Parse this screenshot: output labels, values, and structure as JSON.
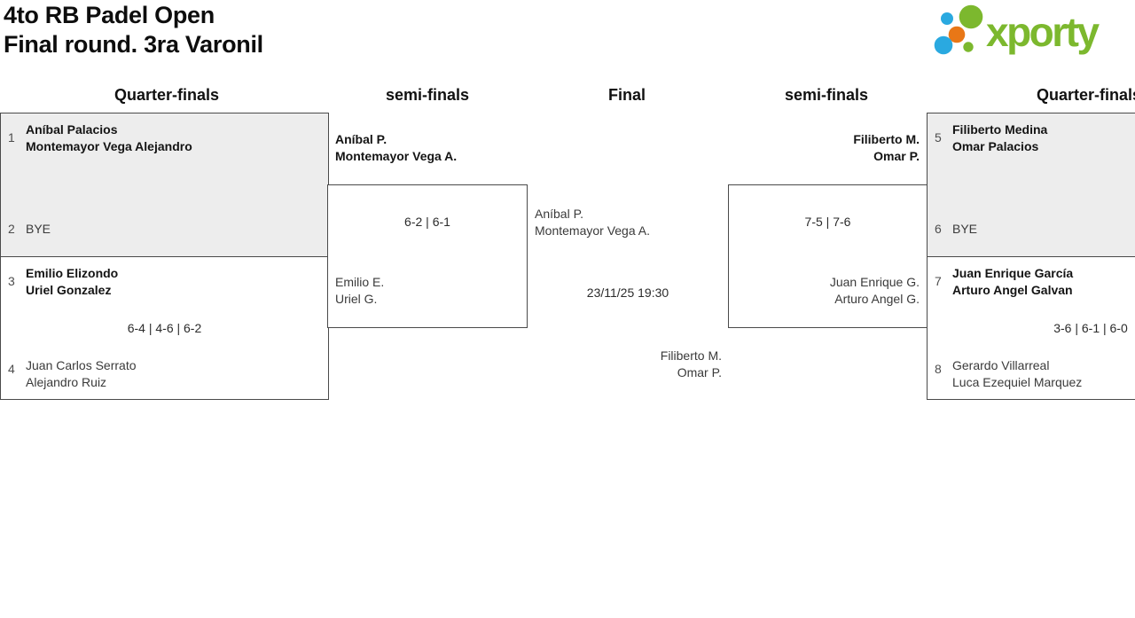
{
  "title": {
    "line1": "4to RB Padel Open",
    "line2": "Final round. 3ra Varonil"
  },
  "logo": {
    "text": "xporty",
    "colors": {
      "green": "#7cb82e",
      "blue": "#2aa9e0",
      "orange": "#e87717"
    }
  },
  "rounds": [
    {
      "label": "Quarter-finals"
    },
    {
      "label": "semi-finals"
    },
    {
      "label": "Final"
    },
    {
      "label": "semi-finals"
    },
    {
      "label": "Quarter-finals"
    }
  ],
  "matches": {
    "qf_top_left": {
      "top_seed": "1",
      "top_team": {
        "line1": "Aníbal Palacios",
        "line2": "Montemayor Vega Alejandro"
      },
      "bottom_seed": "2",
      "bottom_team": {
        "line1": "BYE"
      }
    },
    "qf_bottom_left": {
      "top_seed": "3",
      "top_team": {
        "line1": "Emilio Elizondo",
        "line2": "Uriel Gonzalez"
      },
      "score": "6-4 | 4-6 | 6-2",
      "bottom_seed": "4",
      "bottom_team": {
        "line1": "Juan Carlos Serrato",
        "line2": "Alejandro Ruiz"
      }
    },
    "sf_left": {
      "top_team": {
        "line1": "Aníbal P.",
        "line2": "Montemayor Vega A."
      },
      "score": "6-2 | 6-1",
      "bottom_team": {
        "line1": "Emilio E.",
        "line2": "Uriel G."
      }
    },
    "final": {
      "left_team": {
        "line1": "Aníbal P.",
        "line2": "Montemayor Vega A."
      },
      "datetime": "23/11/25 19:30",
      "right_team": {
        "line1": "Filiberto M.",
        "line2": "Omar P."
      }
    },
    "sf_right": {
      "top_team": {
        "line1": "Filiberto M.",
        "line2": "Omar P."
      },
      "score": "7-5 | 7-6",
      "bottom_team": {
        "line1": "Juan Enrique G.",
        "line2": "Arturo Angel G."
      }
    },
    "qf_top_right": {
      "top_seed": "5",
      "top_team": {
        "line1": "Filiberto Medina",
        "line2": "Omar Palacios"
      },
      "bottom_seed": "6",
      "bottom_team": {
        "line1": "BYE"
      }
    },
    "qf_bottom_right": {
      "top_seed": "7",
      "top_team": {
        "line1": "Juan Enrique García",
        "line2": "Arturo Angel Galvan"
      },
      "score": "3-6 | 6-1 | 6-0",
      "bottom_seed": "8",
      "bottom_team": {
        "line1": "Gerardo Villarreal",
        "line2": "Luca Ezequiel Marquez"
      }
    }
  },
  "colors": {
    "box_border": "#4a4a4a",
    "bye_box_bg": "#ededed",
    "winner_text": "#141414",
    "regular_text": "#3a3a3a"
  }
}
